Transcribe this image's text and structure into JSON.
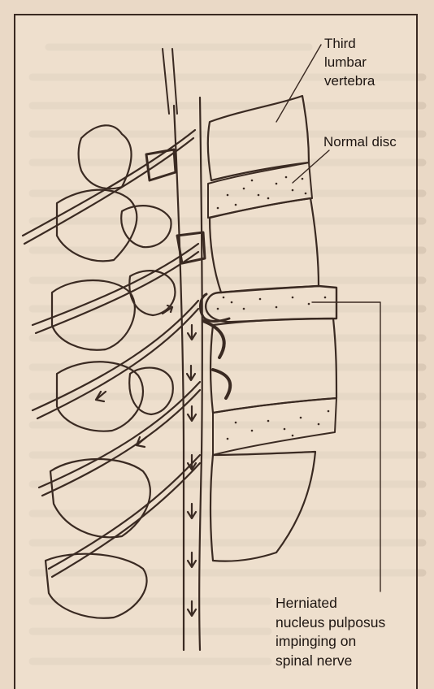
{
  "labels": {
    "third_lumbar_vertebra": [
      "Third",
      "lumbar",
      "vertebra"
    ],
    "normal_disc": "Normal disc",
    "herniated": [
      "Herniated",
      "nucleus pulposus",
      "impinging on",
      "spinal nerve"
    ]
  },
  "colors": {
    "paper": "#ead9c6",
    "ink": "#3a2a22",
    "bleed_through_text": "#c9b8a6"
  }
}
